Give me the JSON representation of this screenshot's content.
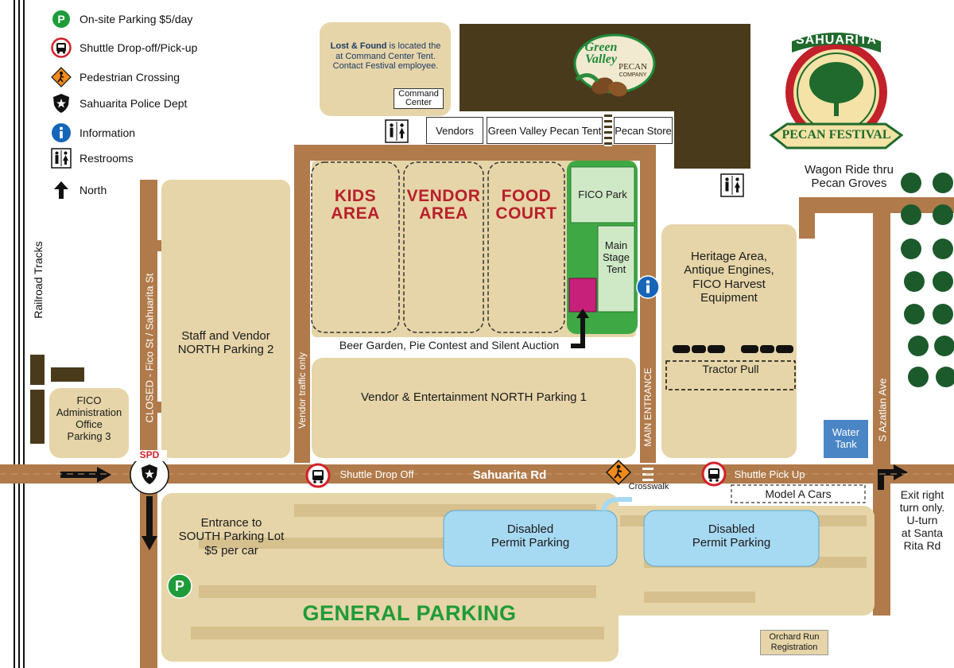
{
  "legend": [
    {
      "icon": "parking-icon",
      "label": "On-site Parking $5/day"
    },
    {
      "icon": "shuttle-icon",
      "label": "Shuttle Drop-off/Pick-up"
    },
    {
      "icon": "pedestrian-crossing-icon",
      "label": "Pedestrian Crossing"
    },
    {
      "icon": "police-icon",
      "label": "Sahuarita Police Dept"
    },
    {
      "icon": "information-icon",
      "label": "Information"
    },
    {
      "icon": "restroom-icon",
      "label": "Restrooms"
    },
    {
      "icon": "north-arrow-icon",
      "label": "North"
    }
  ],
  "lost_found": {
    "bold": "Lost & Found",
    "text1": " is located the",
    "text2": "at Command Center Tent.",
    "text3": "Contact Festival employee."
  },
  "command_center": "Command\nCenter",
  "green_valley_logo": {
    "line1": "Green",
    "line2": "Valley",
    "line3": "PECAN",
    "line4": "COMPANY"
  },
  "festival_logo": {
    "top": "SAHUARITA",
    "bottom": "PECAN FESTIVAL"
  },
  "booths": {
    "vendors": "Vendors",
    "tent": "Green Valley Pecan Tent",
    "store": "Pecan Store"
  },
  "areas": {
    "kids": "KIDS\nAREA",
    "vendor": "VENDOR\nAREA",
    "food": "FOOD\nCOURT",
    "fico_park": "FICO Park",
    "main_stage": "Main\nStage\nTent",
    "beer_garden": "Beer Garden, Pie Contest and Silent Auction",
    "north_parking_1": "Vendor & Entertainment NORTH Parking 1",
    "north_parking_2": "Staff and Vendor\nNORTH Parking 2",
    "fico_office": "FICO\nAdministration\nOffice\nParking 3",
    "heritage": "Heritage Area,\nAntique Engines,\nFICO Harvest\nEquipment",
    "tractor_pull": "Tractor Pull",
    "wagon_ride": "Wagon Ride thru\nPecan Groves",
    "water_tank": "Water\nTank",
    "model_a": "Model A Cars",
    "south_entrance": "Entrance to\nSOUTH Parking Lot\n$5 per car",
    "disabled_1": "Disabled\nPermit Parking",
    "disabled_2": "Disabled\nPermit Parking",
    "general_parking": "GENERAL PARKING",
    "orchard_run": "Orchard Run\nRegistration",
    "exit_note": "Exit right\nturn only.\nU-turn\nat Santa\nRita Rd"
  },
  "roads": {
    "railroad": "Railroad Tracks",
    "fico_st": "CLOSED - Fico St / Sahuarita St",
    "vendor_traffic": "Vendor traffic only",
    "main_entrance": "MAIN ENTRANCE",
    "sahuarita_rd": "Sahuarita Rd",
    "azatlan": "S Azatlan Ave",
    "crosswalk": "Crosswalk",
    "shuttle_drop": "Shuttle Drop Off",
    "shuttle_pick": "Shuttle Pick Up",
    "spd": "SPD"
  },
  "colors": {
    "road": "#b07a4a",
    "lot": "#e6d5a8",
    "green": "#3ea845",
    "disabled": "#a6d9f2",
    "title_red": "#b8202b",
    "parking_green": "#1f9b3a",
    "dark_brown": "#4a3a1c",
    "tree": "#1c5a2c",
    "water": "#4a86c6",
    "stage_magenta": "#c7207a"
  }
}
